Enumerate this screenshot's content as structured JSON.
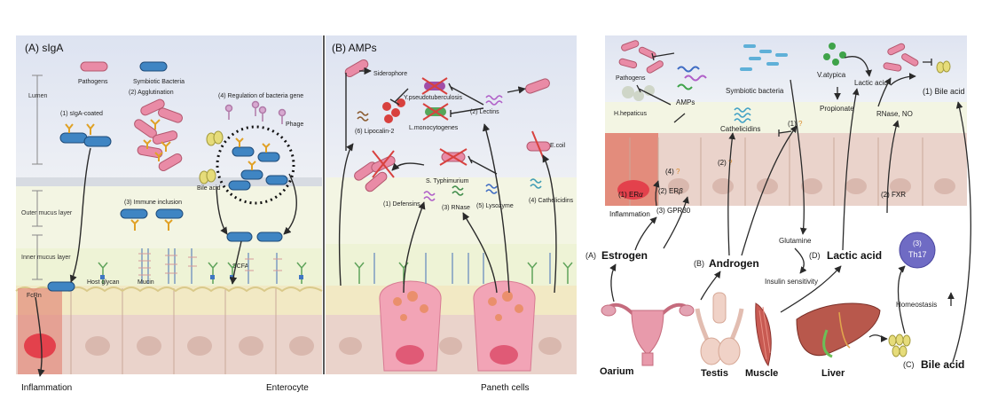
{
  "panel_a": {
    "title": "(A) sIgA",
    "legend": {
      "pathogens": "Pathogens",
      "symbiotic": "Symbiotic Bacteria"
    },
    "layers": {
      "lumen": "Lumen",
      "outer": "Outer mucus layer",
      "inner": "Inner mucus layer"
    },
    "labels": {
      "sigA_coated": "(1) sIgA-coated",
      "agglutination": "(2) Agglutination",
      "immune_inclusion": "(3) Immune inclusion",
      "regulation": "(4) Regulation of bacteria gene",
      "phage": "Phage",
      "bile_acid": "Bile acid",
      "scfa": "SCFA",
      "fcrn": "FcRn",
      "host_glycan": "Host glycan",
      "mucin": "Mucin",
      "inflammation": "Inflammation",
      "enterocyte": "Enterocyte"
    }
  },
  "panel_b": {
    "title": "(B) AMPs",
    "labels": {
      "siderophore": "Siderophore",
      "ypseudo": "Y.pseudotuberculosis",
      "lmono": "L.monocytogenes",
      "lectins": "(2) Lectins",
      "lipocalin": "(6) Lipocalin-2",
      "ecoli": "E.coil",
      "styph": "S. Typhimurium",
      "defensins": "(1) Defensins",
      "rnase": "(3) RNase",
      "lysozyme": "(5) Lysozyme",
      "cathelicidins": "(4) Cathelicidins",
      "paneth": "Paneth cells"
    }
  },
  "panel_c": {
    "labels": {
      "pathogens": "Pathogens",
      "hhepaticus": "H.hepaticus",
      "amps": "AMPs",
      "symbiotic": "Symbiotic bacteria",
      "vatypica": "V.atypica",
      "lactic_top": "Lactic acid",
      "propionate": "Propionate",
      "cathelicidins": "Cathelicidins",
      "q1": "(1)",
      "rnase_no": "RNase, NO",
      "bile1": "(1) Bile acid",
      "era": "(1) ER",
      "alpha": "α",
      "erb": "(2) ER",
      "beta": "β",
      "q4": "(4)",
      "q2": "(2)",
      "qmark": "?",
      "inflammation": "Inflammation",
      "gpr30": "(3) GPR30",
      "fxr": "(2)  FXR",
      "glutamine": "Glutamine",
      "estrogen_tag": "(A)",
      "estrogen": "Estrogen",
      "androgen_tag": "(B)",
      "androgen": "Androgen",
      "d_tag": "(D)",
      "lactic_d": "Lactic acid",
      "insulin": "Insulin sensitivity",
      "th17_n": "(3)",
      "th17": "Th17",
      "homeostasis": "Homeostasis",
      "bile_c_tag": "(C)",
      "bile_c": "Bile acid",
      "oarium": "Oarium",
      "testis": "Testis",
      "muscle": "Muscle",
      "liver": "Liver"
    }
  },
  "colors": {
    "lumen": "#e4e8f3",
    "mucus": "#f2f5df",
    "enterocyte": "#e8cfc6",
    "goblet": "#f1e7be",
    "pathogen": "#e98ba6",
    "symbiont": "#3f85c3",
    "antibody": "#e0a126",
    "inflame": "#e3414c",
    "paneth": "#f2a4b6"
  }
}
